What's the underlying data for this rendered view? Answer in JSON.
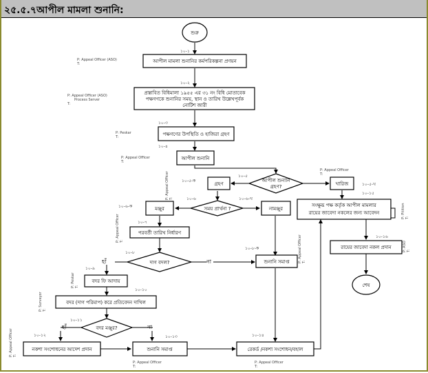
{
  "header": {
    "title": "২৫.৫.৭আপীল মামলা শুনানি:"
  },
  "terminals": {
    "start": "শুরু",
    "end": "শেষ"
  },
  "steps": {
    "s1": {
      "num": "১০-১",
      "label": "আপীল মামলা শুনানির কর্মপরিকল্পনা প্রণয়ন",
      "role": "P: Appeal Officer (ASO)",
      "role_t": "T:"
    },
    "s2": {
      "num": "১০-২",
      "line1": "প্রস্তাবিত বিধিমালা ১৯৫৫ এর ৩১ নং বিধি মোতাবেক",
      "line2": "পক্ষগণকে শুনানির সময়, স্থান ও তারিখ উল্লেখপূর্বক",
      "line3": "নোটিশ জারী",
      "role": "P: Appeal Officer (ASO)",
      "role2": "Process Server",
      "role_t": "T:"
    },
    "s3": {
      "num": "১০-৩",
      "label": "পক্ষগণের উপস্থিতি ও হাজিরা গ্রহণ",
      "role": "P: Peskar",
      "role_t": "T:"
    },
    "s4": {
      "num": "১০-৪",
      "label": "আপীল শুনানি",
      "role": "P: Appeal Officer",
      "role_t": "T:"
    },
    "d5": {
      "num": "১০-৫",
      "line1": "আপীল শুনানি",
      "line2": "গ্রহণ?"
    },
    "s5k": {
      "num": "১০-৫-ক",
      "label": "গ্রহণ",
      "role": "P: Appeal Officer",
      "role_t": "T:"
    },
    "s5kh": {
      "num": "১০-৫-খ",
      "label": "খারিজ",
      "role": "P: Appeal Officer",
      "role_t": "T:"
    },
    "d6": {
      "num": "১০-৬",
      "label": "সময় প্রার্থনা ?"
    },
    "s6k": {
      "num": "১০-৬-ক",
      "label": "মঞ্জুর"
    },
    "s6kh": {
      "num": "১০-৬-খ",
      "label": "নামঞ্জুর"
    },
    "s7": {
      "num": "১০-৭",
      "label": "পরবর্তী তারিখ নির্ধারণ",
      "role": "P: Appeal Officer",
      "role_t": "T:"
    },
    "d8": {
      "num": "১০-৮",
      "label": "দাগ বদল?",
      "yes": "হাঁ",
      "no": "না"
    },
    "s8k": {
      "num": "১০-৮-ক",
      "label": "শুনানি সমাপ্ত",
      "role": "P: Appeal Officer",
      "role_t": "T:"
    },
    "s9": {
      "num": "১০-৯",
      "label": "বদর ফি আদায়",
      "role": "P: Peskar",
      "role_t": "T:"
    },
    "s10": {
      "num": "১০-১০",
      "label": "বদর (দাগ পরিমাপ) করে প্রতিবেদন দাখিল",
      "role": "P: Surveyor",
      "role_t": "T:"
    },
    "d11": {
      "num": "১০-১১",
      "label": "বদর মঞ্জুর?",
      "yes": "হাঁ",
      "no": "না"
    },
    "s12": {
      "num": "১০-১২",
      "label": "নকশা সংশোধনের আদেশ প্রদান",
      "role": "P: Appeal Officer",
      "role_t": "T:"
    },
    "s13": {
      "num": "১০-১৩",
      "label": "শুনানি সমাপ্ত",
      "role": "P: Appeal Officer",
      "role_t": "T:"
    },
    "s14": {
      "num": "১০-১৪",
      "label": "রেকর্ড /নকশা সংশোধন/বহাল",
      "role": "P: Appeal Officer",
      "role_t": "T:"
    },
    "s15": {
      "num": "১০-১৫",
      "line1": "সংক্ষুব্ধ পক্ষ কর্তৃক আপীল মামলার",
      "line2": "রায়ের জাবেদা নকলের জন্য আবেদন",
      "role": "P: Pitition",
      "role_t": "T:"
    },
    "s16": {
      "num": "১০-১৬",
      "label": "রায়ের জাবেদা নকল প্রদান",
      "role": "P: ASO",
      "role_t": "T:"
    }
  }
}
